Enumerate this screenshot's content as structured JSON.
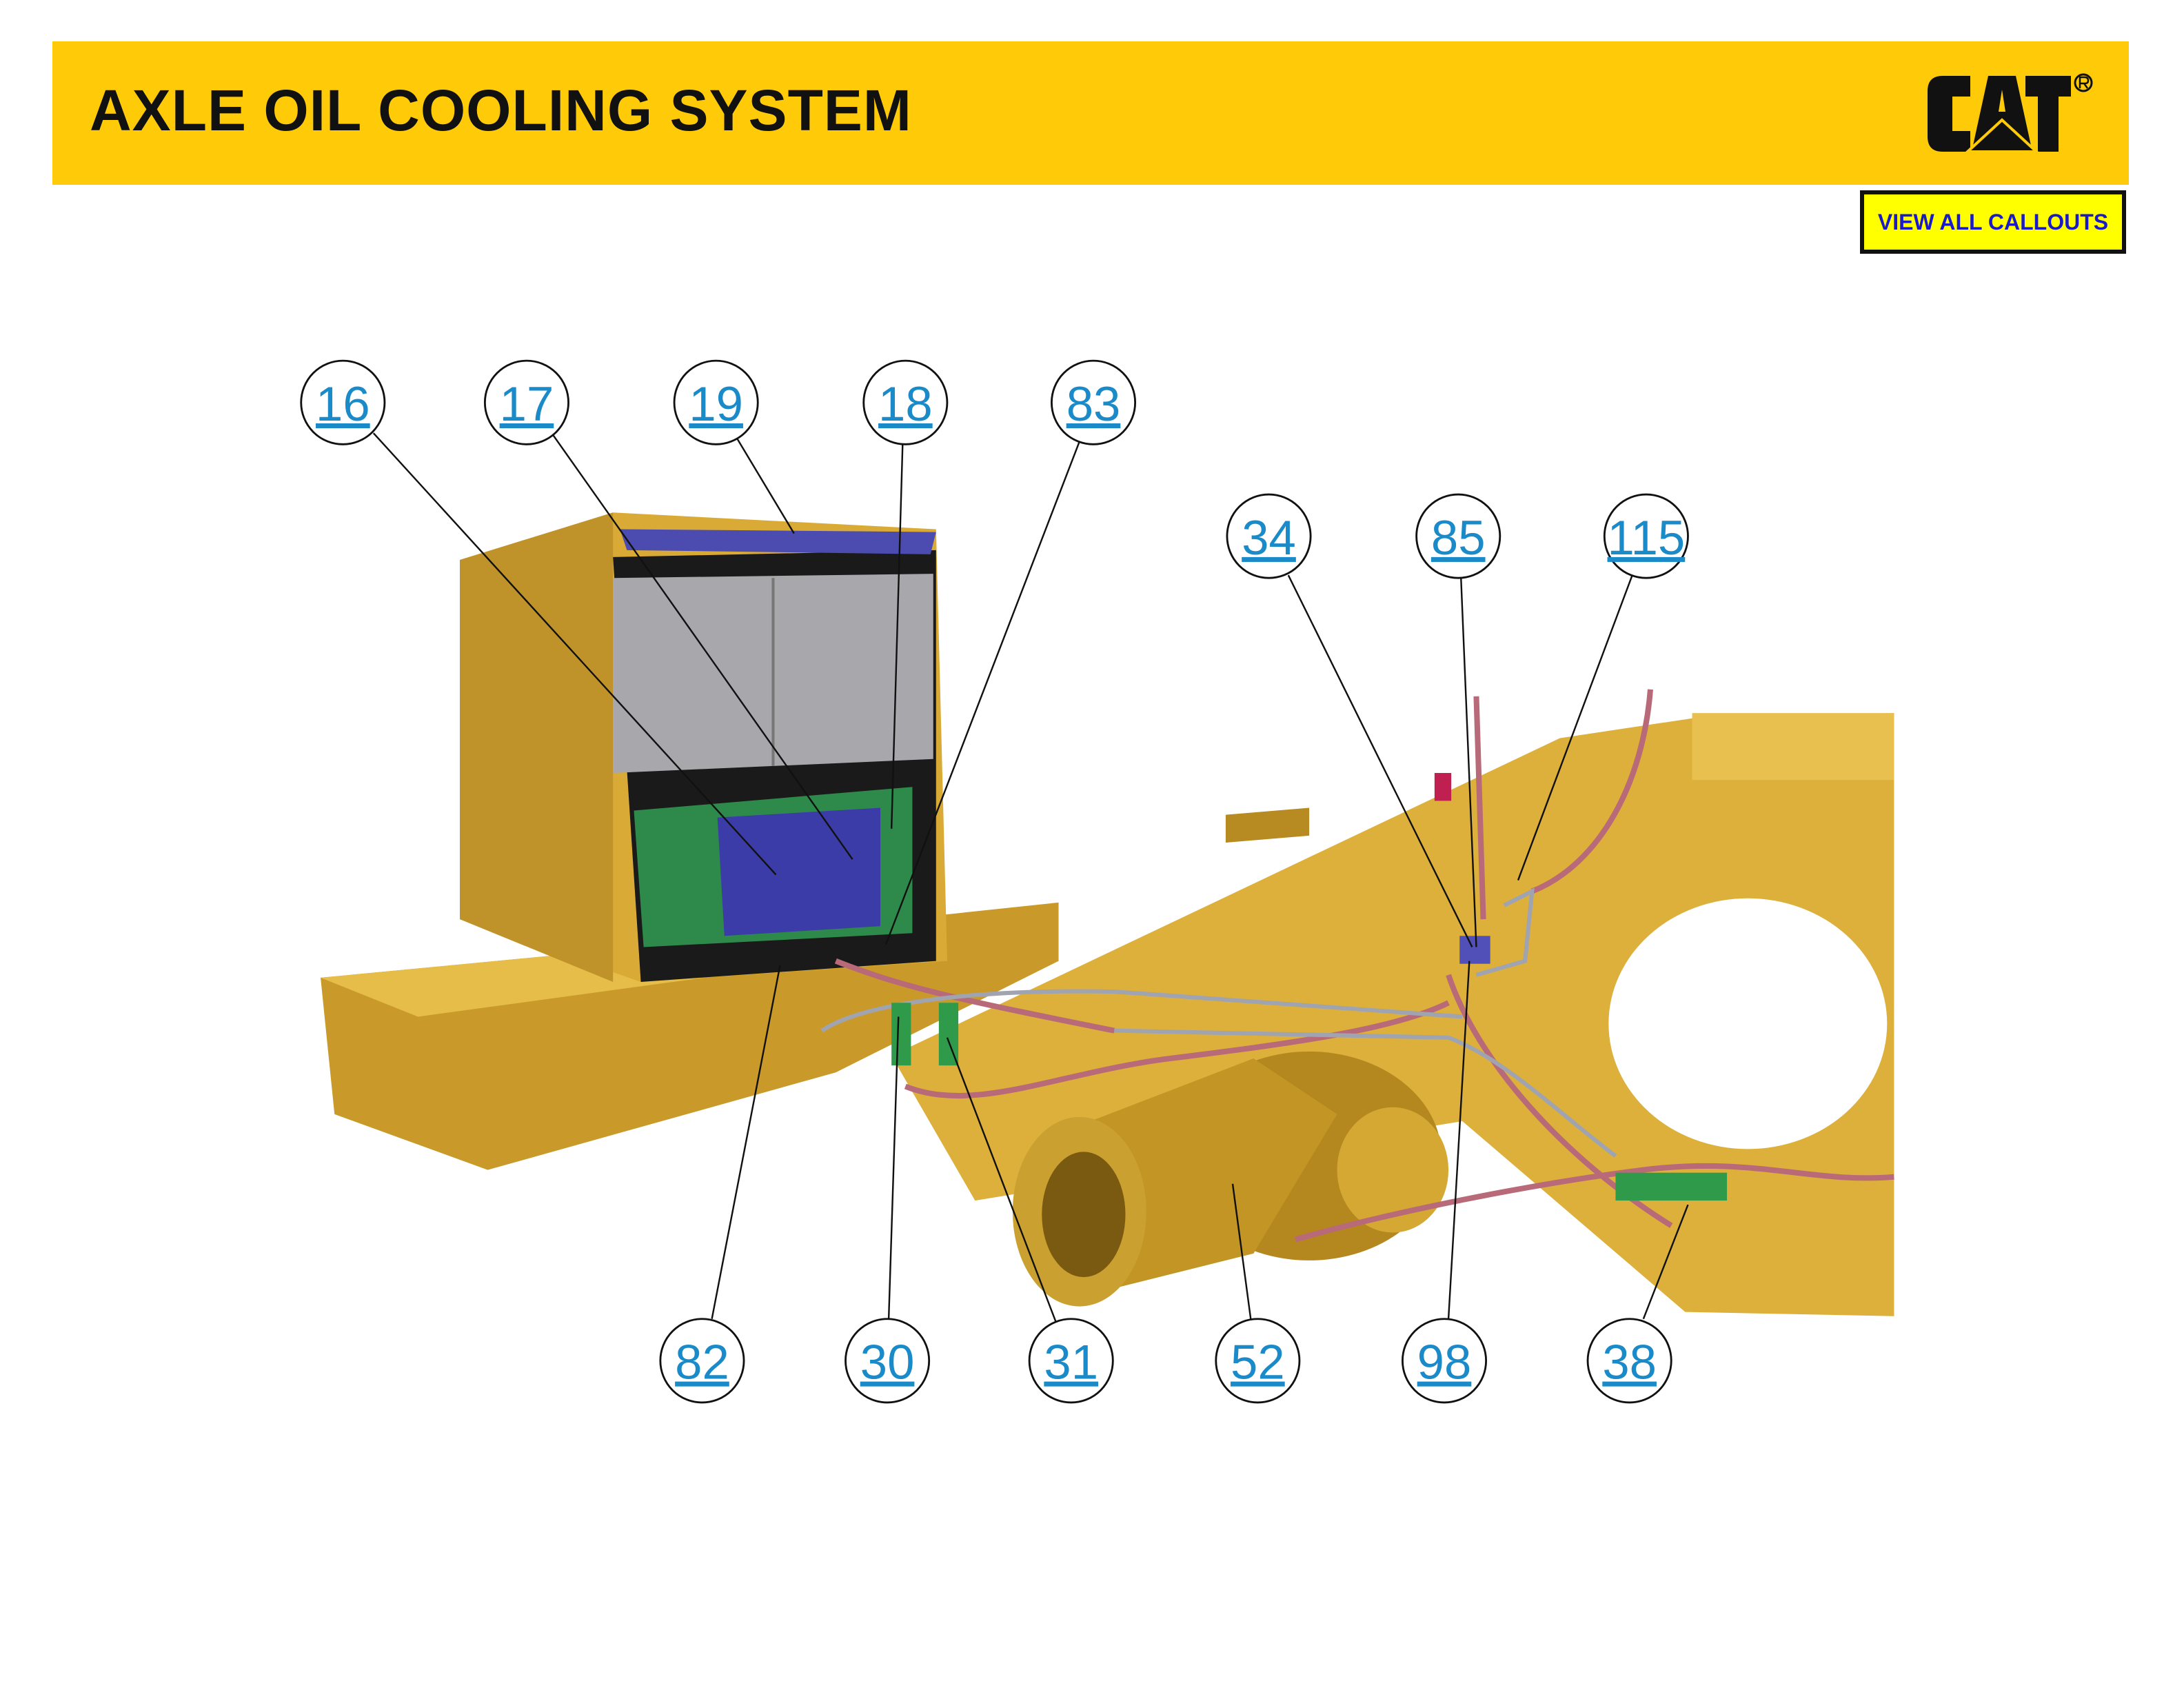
{
  "header": {
    "title": "AXLE OIL COOLING SYSTEM",
    "logo_text": "CAT",
    "logo_mark": "®",
    "background_color": "#ffcb08"
  },
  "toolbar": {
    "view_all_callouts_label": "VIEW ALL CALLOUTS"
  },
  "callouts": {
    "c16": "16",
    "c17": "17",
    "c19": "19",
    "c18": "18",
    "c83": "83",
    "c34": "34",
    "c85": "85",
    "c115": "115",
    "c82": "82",
    "c30": "30",
    "c31": "31",
    "c52": "52",
    "c98": "98",
    "c38": "38"
  },
  "colors": {
    "callout_text": "#1a8ac8",
    "machine_body": "#d9a830",
    "cooler_blue": "#3c3ca8",
    "cooler_green": "#2e8a4a",
    "hose": "#b86a78"
  }
}
